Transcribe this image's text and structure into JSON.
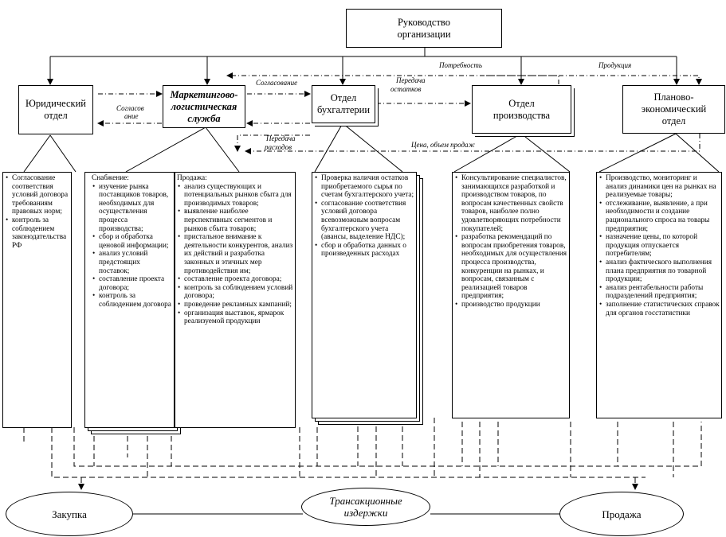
{
  "head": {
    "line1": "Руководство",
    "line2": "организации"
  },
  "departments": {
    "legal": {
      "line1": "Юридический",
      "line2": "отдел"
    },
    "marketing": {
      "line1": "Маркетингово-",
      "line2": "логистическая",
      "line3": "служба"
    },
    "accounting": {
      "line1": "Отдел",
      "line2": "бухгалтерии"
    },
    "production": {
      "line1": "Отдел",
      "line2": "производства"
    },
    "planning": {
      "line1": "Планово-",
      "line2": "экономический",
      "line3": "отдел"
    }
  },
  "labels": {
    "need": "Потребность",
    "product": "Продукция",
    "agreement_top": "Согласование",
    "agreement_legal1": "Согласов",
    "agreement_legal2": "ание",
    "transfer_rest1": "Передача",
    "transfer_rest2": "остатков",
    "transfer_cost1": "Передача",
    "transfer_cost2": "расходов",
    "price_volume": "Цена, объем продаж"
  },
  "legal_tasks": [
    "Согласование соответствия условий договора требованиям правовых норм;",
    "контроль за соблюдением законодательства РФ"
  ],
  "supply": {
    "heading": "Снабжение:",
    "items": [
      "изучение рынка поставщиков товаров, необходимых для осуществления процесса производства;",
      "сбор и обработка ценовой информации;",
      "анализ условий предстоящих поставок;",
      "составление проекта договора;",
      "контроль за соблюдением договора"
    ]
  },
  "sales": {
    "heading": "Продажа:",
    "items": [
      "анализ существующих и потенциальных рынков сбыта для производимых товаров;",
      "выявление наиболее перспективных сегментов и рынков сбыта товаров;",
      "пристальное внимание к деятельности конкурентов, анализ их действий и разработка законных и этичных мер противодействия им;",
      "составление проекта договора;",
      "контроль за соблюдением условий договора;",
      "проведение рекламных кампаний;",
      "организация выставок, ярмарок реализуемой продукции"
    ]
  },
  "accounting_tasks": [
    "Проверка наличия остатков приобретаемого сырья по счетам бухгалтерского учета;",
    "согласование соответствия условий договора всевозможным вопросам бухгалтерского учета (авансы, выделение НДС);",
    "сбор и обработка данных о произведенных расходах"
  ],
  "production_tasks": [
    "Консультирование специалистов, занимающихся разработкой и производством товаров, по вопросам качественных свойств товаров, наиболее полно удовлетворяющих потребности покупателей;",
    "разработка рекомендаций по вопросам приобретения товаров, необходимых для осуществления процесса производства, конкуренции на рынках, и вопросам, связанным с реализацией товаров предприятия;",
    "производство продукции"
  ],
  "planning_tasks": [
    "Производство, мониторинг и анализ динамики цен на рынках на реализуемые товары;",
    "отслеживание, выявление, а при необходимости и создание рационального спроса на товары предприятия;",
    "назначение цены, по которой продукция отпускается потребителям;",
    "анализ фактического выполнения плана предприятия по товарной продукции;",
    "анализ рентабельности работы подразделений предприятия;",
    "заполнение статистических справок для органов госстатистики"
  ],
  "bottom": {
    "purchase": "Закупка",
    "transaction1": "Трансакционные",
    "transaction2": "издержки",
    "sale": "Продажа"
  }
}
